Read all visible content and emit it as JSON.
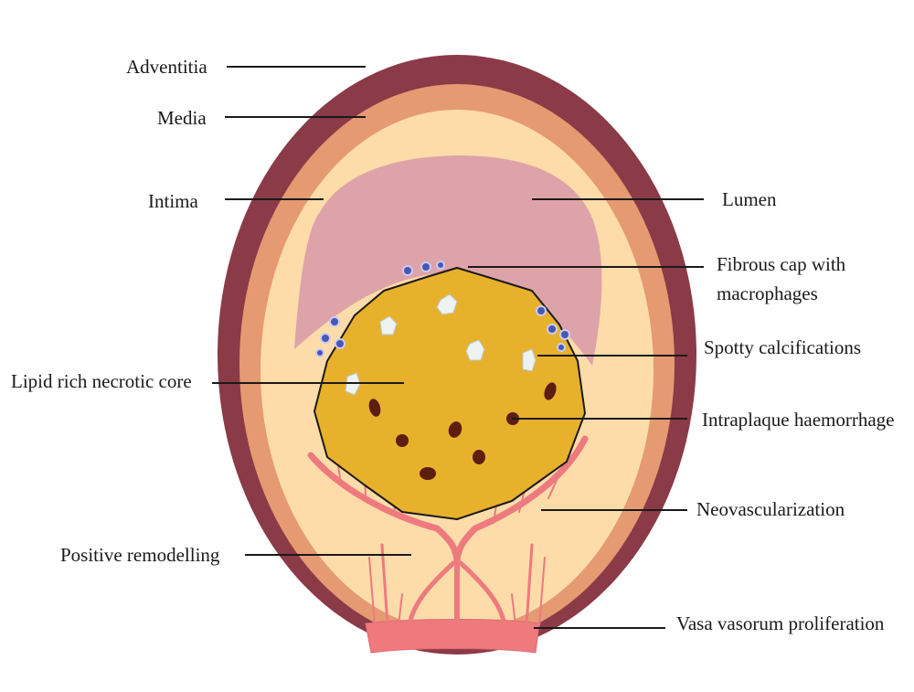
{
  "labels": {
    "adventitia": "Adventitia",
    "media": "Media",
    "intima": "Intima",
    "lumen": "Lumen",
    "fibrous_cap_line1": "Fibrous cap with",
    "fibrous_cap_line2": "macrophages",
    "spotty_calcifications": "Spotty calcifications",
    "lipid_core": "Lipid rich necrotic core",
    "haemorrhage": "Intraplaque haemorrhage",
    "neovascularization": "Neovascularization",
    "positive_remodelling": "Positive remodelling",
    "vasa_vasorum": "Vasa vasorum proliferation"
  },
  "colors": {
    "adventitia": "#8b3a47",
    "media": "#e59a72",
    "intima": "#fddcaa",
    "lumen": "#dea3a8",
    "core": "#e8b12c",
    "haemorrhage": "#5c1e0e",
    "vessel": "#ee7a7e",
    "calcification": "#eef2f0",
    "macrophage": "#4a55b6"
  }
}
